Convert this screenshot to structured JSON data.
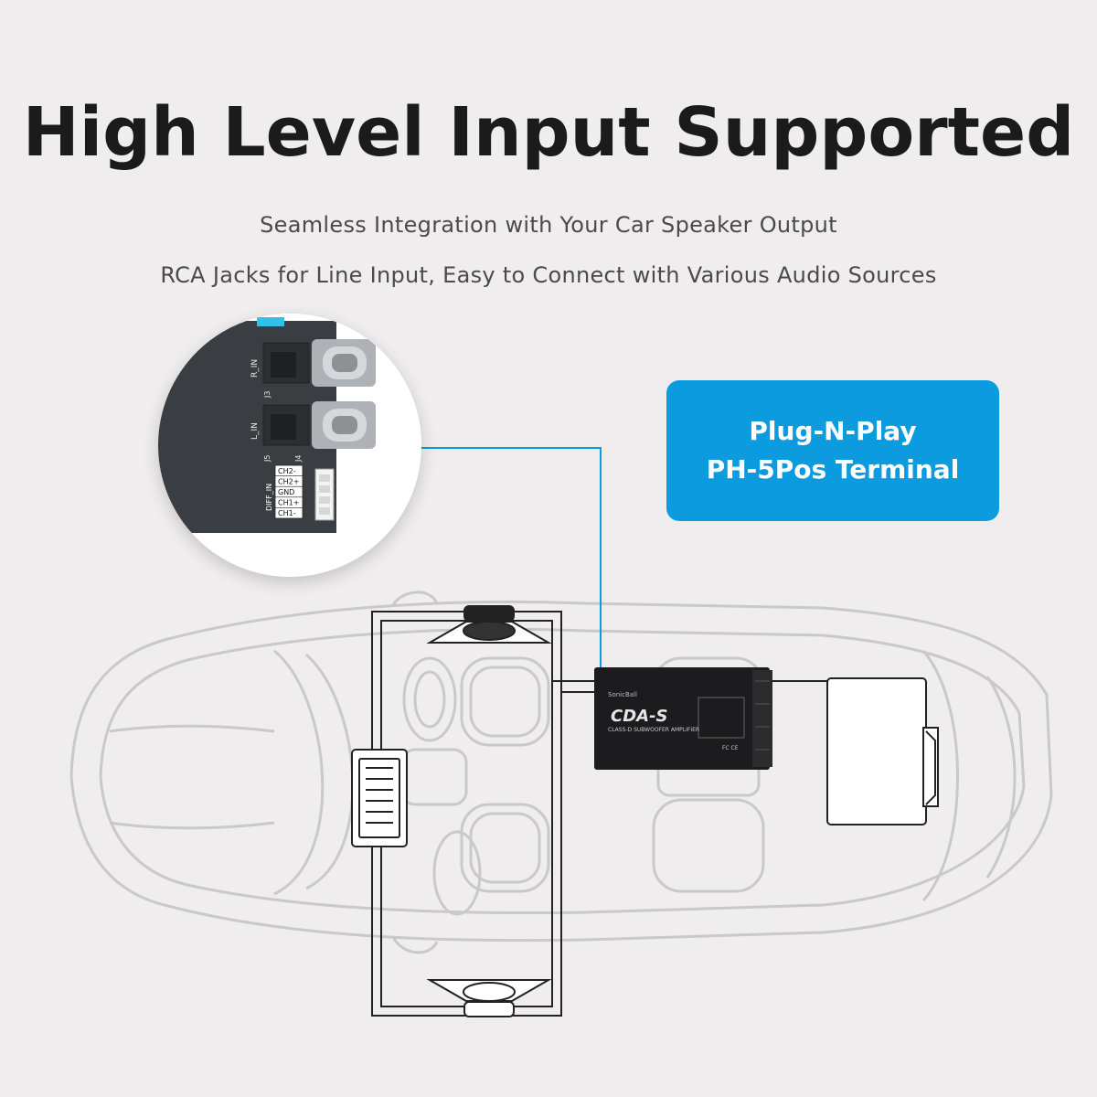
{
  "headline": "High Level Input Supported",
  "subtitle_lines": [
    "Seamless Integration with Your Car Speaker Output",
    "RCA Jacks for Line Input, Easy to Connect with Various Audio Sources"
  ],
  "callout": {
    "line1": "Plug-N-Play",
    "line2": "PH-5Pos Terminal"
  },
  "connector_labels": {
    "r_in": "R_IN",
    "l_in": "L_IN",
    "j3": "J3",
    "j4": "J4",
    "j5": "J5",
    "diff_in": "DIFF_IN",
    "pins": [
      "CH2-",
      "CH2+",
      "GND",
      "CH1+",
      "CH1-"
    ]
  },
  "amplifier": {
    "brand": "SonicBall",
    "model": "CDA-S",
    "subtitle": "CLASS-D SUBWOOFER AMPLIFIER",
    "fc_mark": "FC CE"
  },
  "colors": {
    "accent": "#0d9be0",
    "background": "#efedee",
    "car_outline": "#c9c9c9",
    "wire": "#222222"
  },
  "icons": [
    "speaker-icon",
    "head-unit-icon",
    "amplifier-icon",
    "subwoofer-box-icon",
    "rca-jack-icon"
  ]
}
